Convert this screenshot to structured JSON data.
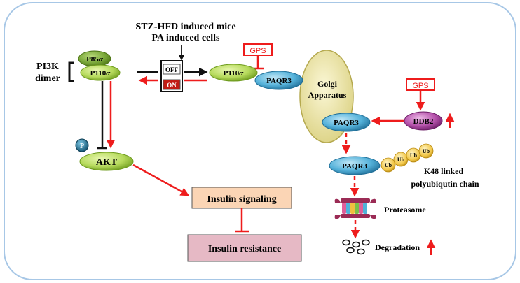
{
  "stimulus": {
    "line1": "STZ-HFD induced mice",
    "line2": "PA induced cells"
  },
  "pi3k": {
    "label_line1": "PI3K",
    "label_line2": "dimer",
    "p85_prefix": "P85",
    "p110_prefix": "P110",
    "alpha": "α"
  },
  "switch": {
    "off": "OFF",
    "on": "ON"
  },
  "gps_top": "GPS",
  "gps_right": "GPS",
  "p110_bound_prefix": "P110",
  "paqr3_complex": "PAQR3",
  "golgi": {
    "line1": "Golgi",
    "line2": "Apparatus"
  },
  "paqr3_golgi": "PAQR3",
  "ddb2": "DDB2",
  "paqr3_ub": "PAQR3",
  "ub": "Ub",
  "k48": {
    "line1": "K48 linked",
    "line2": "polyubiqutin chain"
  },
  "proteasome": "Proteasome",
  "degradation": "Degradation",
  "p_label": "P",
  "akt": "AKT",
  "insulin_signaling": "Insulin signaling",
  "insulin_resistance": "Insulin resistance",
  "colors": {
    "red": "#ee1c1c",
    "green_light": "#c8e67a",
    "green_dark": "#6e9b1e",
    "blue": "#3aa0cc",
    "golgi": "#ece5a6",
    "ddb2": "#b04aa8",
    "ub": "#f2c84b",
    "signaling_fill": "#fbd5b5",
    "resistance_fill": "#e6b9c5"
  }
}
